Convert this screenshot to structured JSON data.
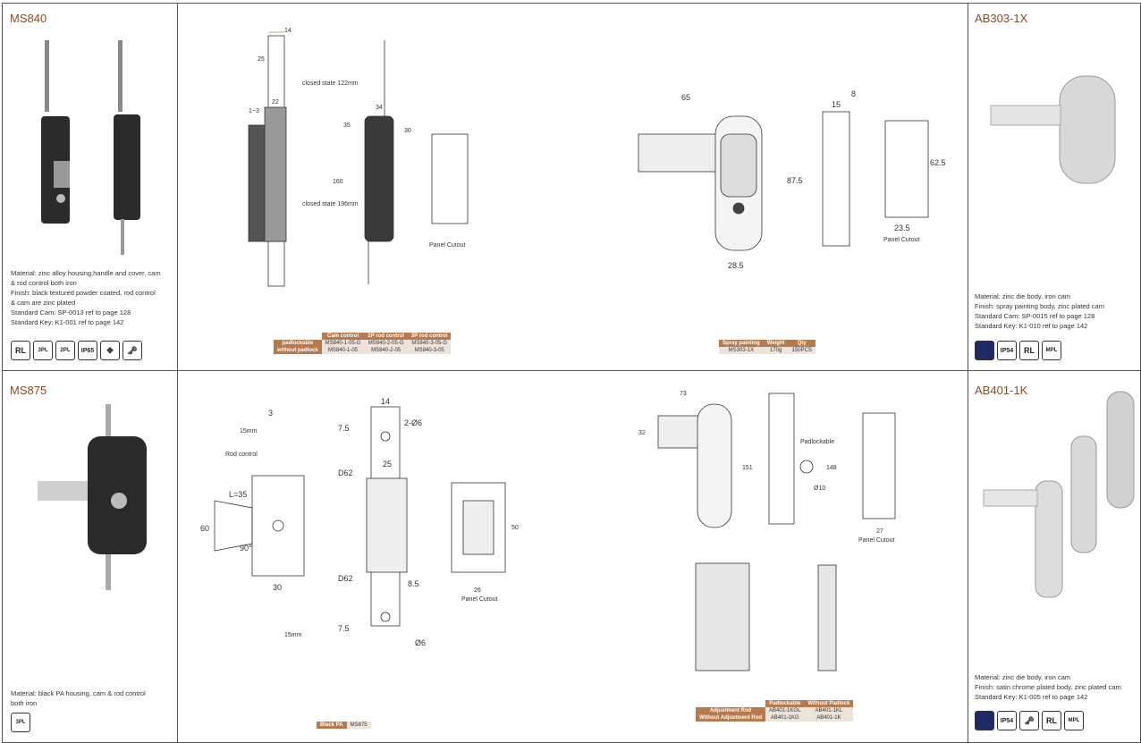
{
  "ms840": {
    "title": "MS840",
    "desc": [
      "Material: zinc alloy housing,handle and cover, cam",
      "            & rod control both iron",
      "Finish: black textured powder coated, rod control",
      "            & cam are zinc plated",
      "Standard Cam: SP-0013  ref to page 128",
      "Standard Key: K1-001  ref to page 142"
    ],
    "icons": [
      "RL",
      "3PL",
      "2PL",
      "IP65",
      "arrows",
      "key"
    ],
    "table": {
      "headers": [
        "",
        "Cam control",
        "2P rod control",
        "3P rod control"
      ],
      "rows": [
        [
          "padlockable",
          "MS840-1-05-G",
          "MS840-2-05-G",
          "MS840-3-05-G"
        ],
        [
          "without padlock",
          "MS840-1-05",
          "MS840-2-05",
          "MS840-3-05"
        ]
      ]
    },
    "dims": {
      "d14": "14",
      "d25": "25",
      "d22": "22",
      "d13": "1~3",
      "d34": "34",
      "d35": "35",
      "d30": "30",
      "d160": "160",
      "closed122": "closed state 122mm",
      "closed196": "closed state 196mm",
      "panel": "Panel Cutout"
    }
  },
  "ab303": {
    "title": "AB303-1X",
    "desc": [
      "Material: zinc die body, iron cam",
      "Finish: spray painting body, zinc plated cam",
      "Standard Cam: SP-0015  ref to page 128",
      "Standard Key: K1-010 ref to page 142"
    ],
    "icons": [
      "screen",
      "IP54",
      "RL",
      "MPL"
    ],
    "table": {
      "headers": [
        "Spray painting",
        "Weight",
        "Qty"
      ],
      "rows": [
        [
          "MS303-1X",
          "170g",
          "150PCS"
        ]
      ]
    },
    "dims": {
      "d65": "65",
      "d15": "15",
      "d8": "8",
      "d875": "87.5",
      "d625": "62.5",
      "d285": "28.5",
      "d235": "23.5",
      "panel": "Panel Cutout"
    }
  },
  "ms875": {
    "title": "MS875",
    "desc": [
      "Material: black PA housing, cam & rod control",
      "            both iron"
    ],
    "icons": [
      "3PL"
    ],
    "table": {
      "headers": [
        "Black PA",
        "MS875"
      ]
    },
    "dims": {
      "d3": "3",
      "d15mm": "15mm",
      "rod": "Rod control",
      "l35": "L=35",
      "d60": "60",
      "d90": "90°",
      "d30": "30",
      "d14": "14",
      "d75a": "7.5",
      "phi6": "2-Ø6",
      "d62a": "D62",
      "d25": "25",
      "d62b": "D62",
      "d85": "8.5",
      "d75b": "7.5",
      "phi6b": "Ø6",
      "d15mmb": "15mm",
      "d50": "50",
      "d26": "26",
      "panel": "Panel Cutout"
    }
  },
  "ab401": {
    "title": "AB401-1K",
    "desc": [
      "Material: zinc die body, iron cam",
      "Finish: satin chrome plated body, zinc plated cam",
      "Standard Key: K1-005 ref to page 142"
    ],
    "icons": [
      "screen",
      "IP54",
      "key",
      "RL",
      "MPL"
    ],
    "table": {
      "headers": [
        "",
        "Padlockable",
        "Without Padlock"
      ],
      "rows": [
        [
          "Adjustment Rod",
          "AB401-1KGL",
          "AB401-1KL"
        ],
        [
          "Without Adjustment Rod",
          "AB401-1KG",
          "AB401-1K"
        ]
      ]
    },
    "dims": {
      "d73": "73",
      "d32": "32",
      "d151": "151",
      "d148": "148",
      "d27": "27",
      "phi10": "Ø10",
      "padl": "Padlockable",
      "panel": "Panel Cutout"
    }
  }
}
